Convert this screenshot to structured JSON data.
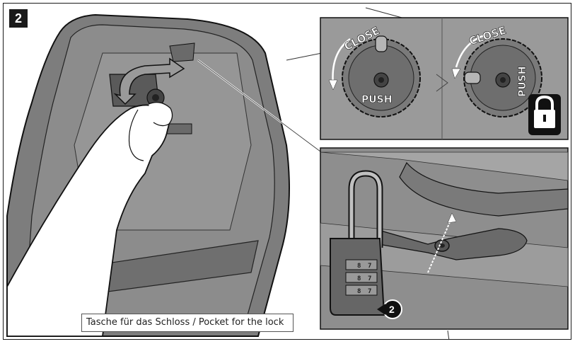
{
  "step": {
    "number": "2"
  },
  "caption": {
    "text": "Tasche für das Schloss / Pocket for the lock"
  },
  "dial_left": {
    "close_label": "CLOSE",
    "push_label": "PUSH"
  },
  "dial_right": {
    "close_label": "CLOSE",
    "push_label": "PUSH"
  },
  "callout": {
    "number": "2"
  },
  "padlock": {
    "digits": [
      "8",
      "7",
      "8",
      "7",
      "8",
      "7"
    ]
  },
  "colors": {
    "frame": "#1a1a1a",
    "panel": "#8a8a8a",
    "inset_bg": "#9a9a9a",
    "dark": "#222222"
  }
}
